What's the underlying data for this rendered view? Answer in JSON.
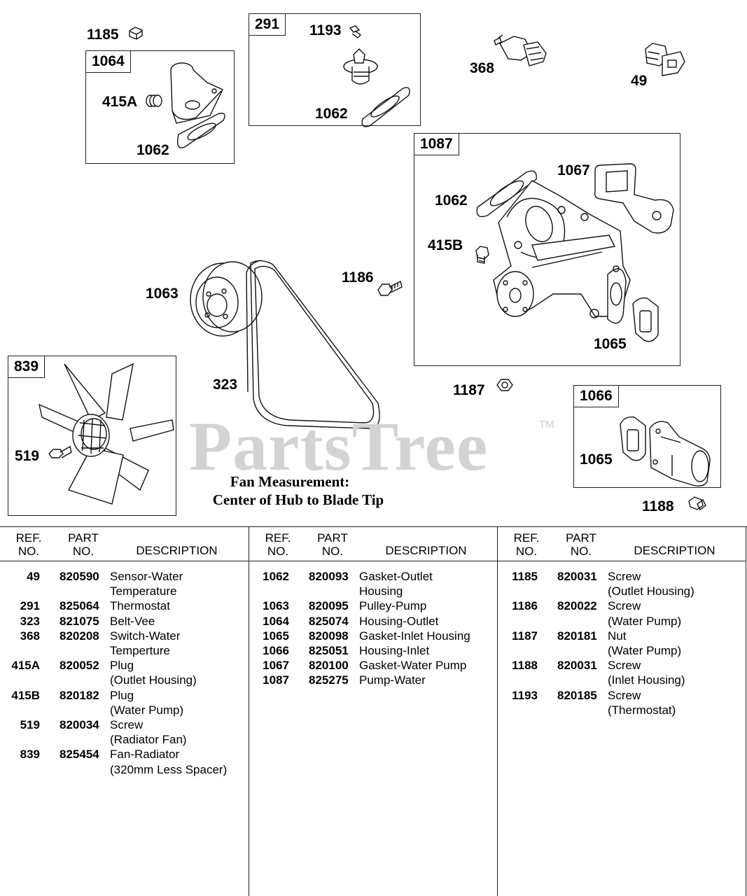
{
  "callouts": [
    {
      "id": "c1185a",
      "text": "1185"
    },
    {
      "id": "c1064box",
      "text": "1064"
    },
    {
      "id": "c415a",
      "text": "415A"
    },
    {
      "id": "c1062a",
      "text": "1062"
    },
    {
      "id": "c291box",
      "text": "291"
    },
    {
      "id": "c1193",
      "text": "1193"
    },
    {
      "id": "c1062b",
      "text": "1062"
    },
    {
      "id": "c368",
      "text": "368"
    },
    {
      "id": "c49",
      "text": "49"
    },
    {
      "id": "c1087box",
      "text": "1087"
    },
    {
      "id": "c1067",
      "text": "1067"
    },
    {
      "id": "c1062c",
      "text": "1062"
    },
    {
      "id": "c415b",
      "text": "415B"
    },
    {
      "id": "c1186",
      "text": "1186"
    },
    {
      "id": "c1063",
      "text": "1063"
    },
    {
      "id": "c1065a",
      "text": "1065"
    },
    {
      "id": "c839box",
      "text": "839"
    },
    {
      "id": "c323",
      "text": "323"
    },
    {
      "id": "c519",
      "text": "519"
    },
    {
      "id": "c1187",
      "text": "1187"
    },
    {
      "id": "c1066box",
      "text": "1066"
    },
    {
      "id": "c1065b",
      "text": "1065"
    },
    {
      "id": "c1188",
      "text": "1188"
    }
  ],
  "watermark": {
    "text": "PartsTree",
    "tm": "TM"
  },
  "note": {
    "line1": "Fan Measurement:",
    "line2": "Center of Hub to Blade Tip"
  },
  "table": {
    "headers": {
      "ref_line1": "REF.",
      "ref_line2": "NO.",
      "part_line1": "PART",
      "part_line2": "NO.",
      "description": "DESCRIPTION"
    },
    "columns": [
      [
        {
          "ref": "49",
          "part": "820590",
          "desc": [
            "Sensor-Water",
            "Temperature"
          ]
        },
        {
          "ref": "291",
          "part": "825064",
          "desc": [
            "Thermostat"
          ]
        },
        {
          "ref": "323",
          "part": "821075",
          "desc": [
            "Belt-Vee"
          ]
        },
        {
          "ref": "368",
          "part": "820208",
          "desc": [
            "Switch-Water",
            "Temperture"
          ]
        },
        {
          "ref": "415A",
          "part": "820052",
          "desc": [
            "Plug",
            "(Outlet Housing)"
          ]
        },
        {
          "ref": "415B",
          "part": "820182",
          "desc": [
            "Plug",
            "(Water Pump)"
          ]
        },
        {
          "ref": "519",
          "part": "820034",
          "desc": [
            "Screw",
            "(Radiator Fan)"
          ]
        },
        {
          "ref": "839",
          "part": "825454",
          "desc": [
            "Fan-Radiator",
            "(320mm Less Spacer)"
          ]
        }
      ],
      [
        {
          "ref": "1062",
          "part": "820093",
          "desc": [
            "Gasket-Outlet",
            "Housing"
          ]
        },
        {
          "ref": "1063",
          "part": "820095",
          "desc": [
            "Pulley-Pump"
          ]
        },
        {
          "ref": "1064",
          "part": "825074",
          "desc": [
            "Housing-Outlet"
          ]
        },
        {
          "ref": "1065",
          "part": "820098",
          "desc": [
            "Gasket-Inlet Housing"
          ]
        },
        {
          "ref": "1066",
          "part": "825051",
          "desc": [
            "Housing-Inlet"
          ]
        },
        {
          "ref": "1067",
          "part": "820100",
          "desc": [
            "Gasket-Water Pump"
          ]
        },
        {
          "ref": "1087",
          "part": "825275",
          "desc": [
            "Pump-Water"
          ]
        }
      ],
      [
        {
          "ref": "1185",
          "part": "820031",
          "desc": [
            "Screw",
            "(Outlet  Housing)"
          ]
        },
        {
          "ref": "1186",
          "part": "820022",
          "desc": [
            "Screw",
            "(Water Pump)"
          ]
        },
        {
          "ref": "1187",
          "part": "820181",
          "desc": [
            "Nut",
            "(Water Pump)"
          ]
        },
        {
          "ref": "1188",
          "part": "820031",
          "desc": [
            "Screw",
            "(Inlet  Housing)"
          ]
        },
        {
          "ref": "1193",
          "part": "820185",
          "desc": [
            "Screw",
            "(Thermostat)"
          ]
        }
      ]
    ]
  }
}
